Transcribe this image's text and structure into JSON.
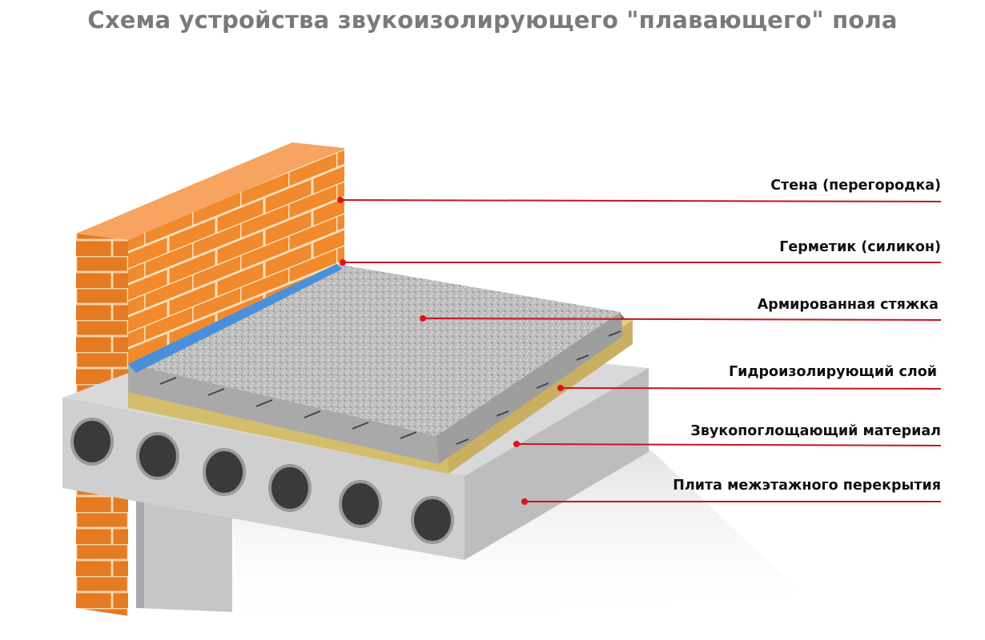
{
  "title": "Схема устройства звукоизолирующего \"плавающего\" пола",
  "labels": [
    "Стена (перегородка)",
    "Герметик (силикон)",
    "Армированная стяжка",
    "Гидроизолирующий слой",
    "Звукопоглощающий материал",
    "Плита межэтажного перекрытия"
  ],
  "colors": {
    "leader": "#c8141e",
    "brick": "#f08a2c",
    "screed": "#b4b4b4",
    "insulation": "#d8c27a",
    "sealant": "#4a90d9",
    "slab": "#cfcfcf"
  }
}
